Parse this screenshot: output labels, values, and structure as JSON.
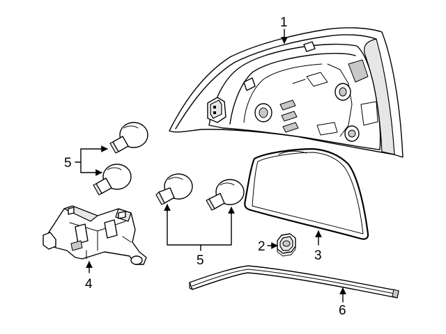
{
  "callouts": {
    "lamp_assembly": "1",
    "nut": "2",
    "gasket": "3",
    "socket": "4",
    "bulbs_left": "5",
    "bulbs_center": "5",
    "seal_strip": "6"
  }
}
